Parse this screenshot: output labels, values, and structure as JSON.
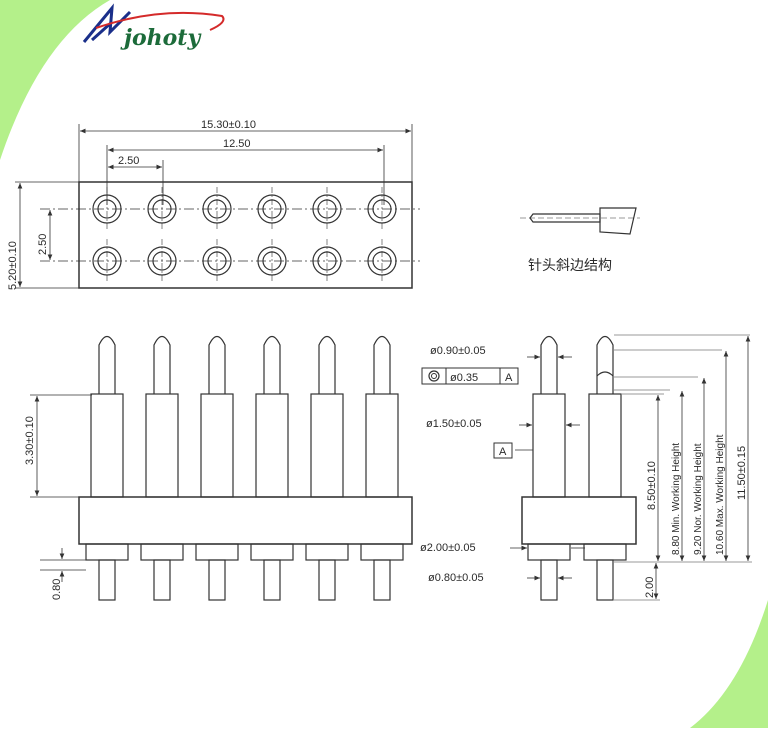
{
  "brand": {
    "name": "johoty",
    "green": "#b4f08a",
    "logo_color": "#1c6b3a",
    "mark_color": "#1a2f8a"
  },
  "top_view": {
    "overall_width": "15.30±0.10",
    "pin_span": "12.50",
    "pitch_x": "2.50",
    "pitch_y": "2.50",
    "overall_height": "5.20±0.10",
    "rows": 2,
    "columns": 6
  },
  "tip_detail": {
    "caption": "针头斜边结构"
  },
  "front_view": {
    "plunger_height": "3.30±0.10",
    "tail_length": "0.80",
    "pin_count": 6
  },
  "side_view": {
    "tip_diameter": "ø0.90±0.05",
    "concentricity_value": "ø0.35",
    "datum": "A",
    "barrel_diameter": "ø1.50±0.05",
    "datum_label": "A",
    "collar_diameter": "ø2.00±0.05",
    "tail_diameter": "ø0.80±0.05",
    "tail_height": "2.00",
    "dim_8_50": "8.50±0.10",
    "min_working": "8.80 Min. Working Height",
    "nor_working": "9.20 Nor. Working Height",
    "max_working": "10.60 Max. Working Height",
    "total_height": "11.50±0.15"
  }
}
